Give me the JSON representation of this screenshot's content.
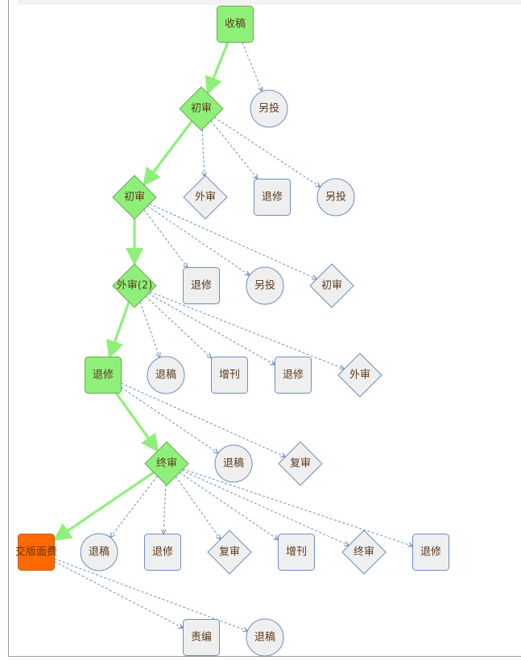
{
  "colors": {
    "path_fill": "#8ef07a",
    "path_stroke": "#6aa84f",
    "path_edge": "#8ef07a",
    "node_fill": "#efefef",
    "node_stroke": "#6c8ebf",
    "branch_edge": "#6c8ebf",
    "current_fill": "#ff6a00",
    "current_stroke": "#c15a00"
  },
  "nodes": [
    {
      "id": "n-receive",
      "label": "收稿",
      "shape": "rounded-rect",
      "state": "done"
    },
    {
      "id": "n-transfer-1",
      "label": "另投",
      "shape": "circle",
      "state": "option"
    },
    {
      "id": "n-initial-1",
      "label": "初审",
      "shape": "diamond",
      "state": "done"
    },
    {
      "id": "n-initial-2",
      "label": "初审",
      "shape": "diamond",
      "state": "done"
    },
    {
      "id": "n-external-opt-1",
      "label": "外审",
      "shape": "diamond",
      "state": "option"
    },
    {
      "id": "n-revise-opt-1",
      "label": "退修",
      "shape": "rounded-rect",
      "state": "option"
    },
    {
      "id": "n-transfer-2",
      "label": "另投",
      "shape": "circle",
      "state": "option"
    },
    {
      "id": "n-external-2",
      "label": "外审(2)",
      "shape": "diamond",
      "state": "done"
    },
    {
      "id": "n-revise-opt-2",
      "label": "退修",
      "shape": "rounded-rect",
      "state": "option"
    },
    {
      "id": "n-transfer-3",
      "label": "另投",
      "shape": "circle",
      "state": "option"
    },
    {
      "id": "n-initial-opt",
      "label": "初审",
      "shape": "diamond",
      "state": "option"
    },
    {
      "id": "n-revise",
      "label": "退修",
      "shape": "rounded-rect",
      "state": "done"
    },
    {
      "id": "n-reject-opt-1",
      "label": "退稿",
      "shape": "circle",
      "state": "option"
    },
    {
      "id": "n-special-opt-1",
      "label": "增刊",
      "shape": "rounded-rect",
      "state": "option"
    },
    {
      "id": "n-revise-opt-3",
      "label": "退修",
      "shape": "rounded-rect",
      "state": "option"
    },
    {
      "id": "n-external-opt-2",
      "label": "外审",
      "shape": "diamond",
      "state": "option"
    },
    {
      "id": "n-final",
      "label": "终审",
      "shape": "diamond",
      "state": "done"
    },
    {
      "id": "n-reject-opt-2",
      "label": "退稿",
      "shape": "circle",
      "state": "option"
    },
    {
      "id": "n-recheck-opt-1",
      "label": "复审",
      "shape": "diamond",
      "state": "option"
    },
    {
      "id": "n-fee",
      "label": "交版面费",
      "shape": "rounded-rect",
      "state": "current"
    },
    {
      "id": "n-reject-opt-3",
      "label": "退稿",
      "shape": "circle",
      "state": "option"
    },
    {
      "id": "n-revise-opt-4",
      "label": "退修",
      "shape": "rounded-rect",
      "state": "option"
    },
    {
      "id": "n-recheck-opt-2",
      "label": "复审",
      "shape": "diamond",
      "state": "option"
    },
    {
      "id": "n-special-opt-2",
      "label": "增刊",
      "shape": "rounded-rect",
      "state": "option"
    },
    {
      "id": "n-final-opt",
      "label": "终审",
      "shape": "diamond",
      "state": "option"
    },
    {
      "id": "n-revise-opt-5",
      "label": "退修",
      "shape": "rounded-rect",
      "state": "option"
    },
    {
      "id": "n-editor-opt",
      "label": "责编",
      "shape": "rounded-rect",
      "state": "option"
    },
    {
      "id": "n-reject-opt-4",
      "label": "退稿",
      "shape": "circle",
      "state": "option"
    }
  ],
  "edges": [
    {
      "from": "n-receive",
      "to": "n-initial-1",
      "kind": "path"
    },
    {
      "from": "n-receive",
      "to": "n-transfer-1",
      "kind": "branch"
    },
    {
      "from": "n-initial-1",
      "to": "n-initial-2",
      "kind": "path"
    },
    {
      "from": "n-initial-1",
      "to": "n-external-opt-1",
      "kind": "branch"
    },
    {
      "from": "n-initial-1",
      "to": "n-revise-opt-1",
      "kind": "branch"
    },
    {
      "from": "n-initial-1",
      "to": "n-transfer-2",
      "kind": "branch"
    },
    {
      "from": "n-initial-2",
      "to": "n-external-2",
      "kind": "path"
    },
    {
      "from": "n-initial-2",
      "to": "n-revise-opt-2",
      "kind": "branch"
    },
    {
      "from": "n-initial-2",
      "to": "n-transfer-3",
      "kind": "branch"
    },
    {
      "from": "n-initial-2",
      "to": "n-initial-opt",
      "kind": "branch"
    },
    {
      "from": "n-external-2",
      "to": "n-revise",
      "kind": "path"
    },
    {
      "from": "n-external-2",
      "to": "n-reject-opt-1",
      "kind": "branch"
    },
    {
      "from": "n-external-2",
      "to": "n-special-opt-1",
      "kind": "branch"
    },
    {
      "from": "n-external-2",
      "to": "n-revise-opt-3",
      "kind": "branch"
    },
    {
      "from": "n-external-2",
      "to": "n-external-opt-2",
      "kind": "branch"
    },
    {
      "from": "n-revise",
      "to": "n-final",
      "kind": "path"
    },
    {
      "from": "n-revise",
      "to": "n-reject-opt-2",
      "kind": "branch"
    },
    {
      "from": "n-revise",
      "to": "n-recheck-opt-1",
      "kind": "branch"
    },
    {
      "from": "n-final",
      "to": "n-fee",
      "kind": "path"
    },
    {
      "from": "n-final",
      "to": "n-reject-opt-3",
      "kind": "branch"
    },
    {
      "from": "n-final",
      "to": "n-revise-opt-4",
      "kind": "branch"
    },
    {
      "from": "n-final",
      "to": "n-recheck-opt-2",
      "kind": "branch"
    },
    {
      "from": "n-final",
      "to": "n-special-opt-2",
      "kind": "branch"
    },
    {
      "from": "n-final",
      "to": "n-final-opt",
      "kind": "branch"
    },
    {
      "from": "n-final",
      "to": "n-revise-opt-5",
      "kind": "branch"
    },
    {
      "from": "n-fee",
      "to": "n-editor-opt",
      "kind": "branch"
    },
    {
      "from": "n-fee",
      "to": "n-reject-opt-4",
      "kind": "branch"
    }
  ]
}
